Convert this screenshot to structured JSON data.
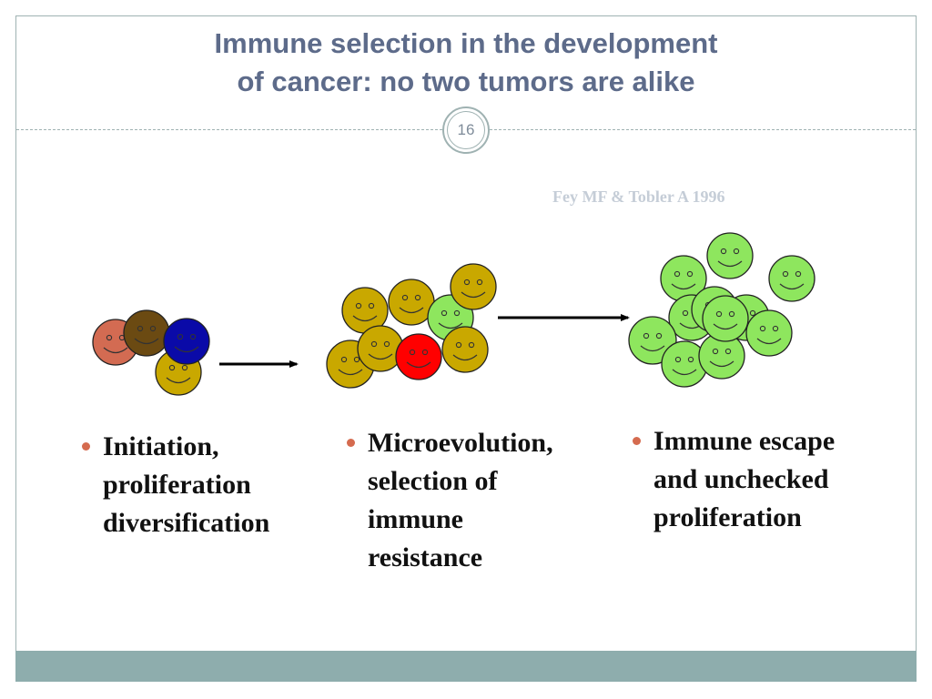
{
  "slide": {
    "title_line1": "Immune selection in the development",
    "title_line2": "of cancer: no two tumors are alike",
    "number": "16",
    "citation": "Fey MF & Tobler A 1996"
  },
  "bullets": [
    {
      "text": "Initiation,\nproliferation\ndiversification"
    },
    {
      "text": "Microevolution,\nselection of\nimmune\nresistance"
    },
    {
      "text": "Immune escape\nand unchecked\nproliferation"
    }
  ],
  "colors": {
    "title": "#5d6b8a",
    "frame": "#9fb2b2",
    "footer": "#8eadad",
    "bullet": "#d56b4f",
    "cell_terracotta": "#d36b52",
    "cell_brown": "#6b4a12",
    "cell_blue": "#0a0aa8",
    "cell_olive": "#c9a800",
    "cell_red": "#ff0000",
    "cell_green": "#8ee65e"
  },
  "cell_groups": [
    {
      "stage": "initiation",
      "cells": [
        "olive",
        "terracotta",
        "brown",
        "blue"
      ]
    },
    {
      "stage": "microevolution",
      "cells": [
        "olive",
        "olive",
        "olive",
        "green",
        "olive",
        "olive",
        "olive",
        "red"
      ]
    },
    {
      "stage": "escape",
      "cells": [
        "green",
        "green",
        "green",
        "green",
        "green",
        "green",
        "green",
        "green",
        "green",
        "green",
        "green"
      ]
    }
  ]
}
